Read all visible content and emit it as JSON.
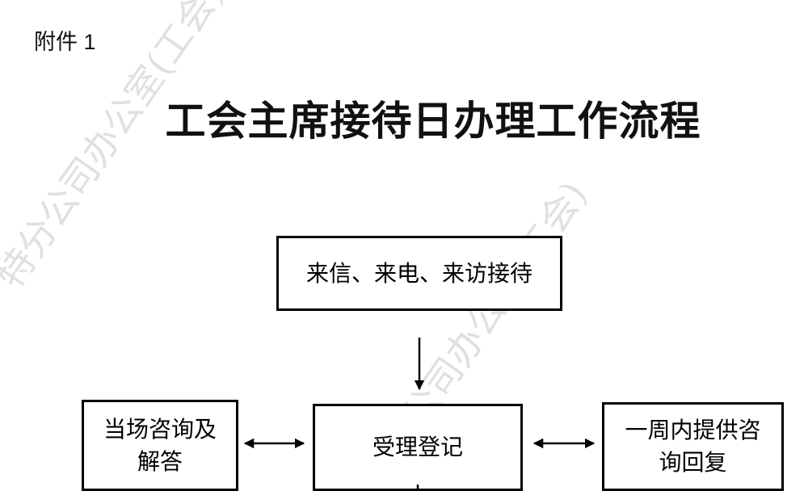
{
  "header": {
    "attachment_label": "附件 1"
  },
  "title": "工会主席接待日办理工作流程",
  "nodes": {
    "receive": "来信、来电、来访接待",
    "register": "受理登记",
    "onsite_lines": [
      "当场咨询及",
      "解答"
    ],
    "weekly_lines": [
      "一周内提供咨",
      "询回复"
    ]
  },
  "watermark": {
    "text_1": "特分公司办公室(工会)",
    "text_2": "特分公司办公室(工会)"
  }
}
